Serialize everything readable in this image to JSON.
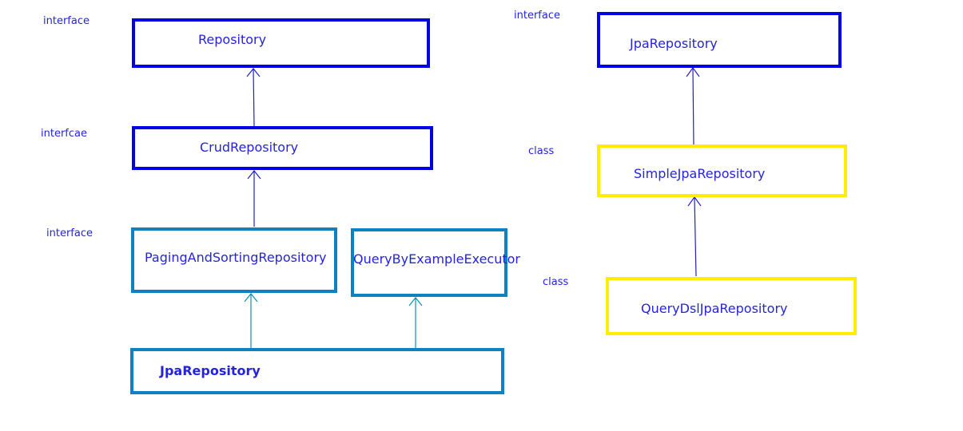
{
  "colors": {
    "interface_border": "#0000e6",
    "sub_interface_border": "#0d82bf",
    "class_border": "#ffee00",
    "text": "#2424e0",
    "arrow_blue": "#2020c8",
    "arrow_teal": "#0d8fb0"
  },
  "left": {
    "stereotypes": {
      "repository": "interface",
      "crud": "interfcae",
      "paging": "interface"
    },
    "nodes": {
      "repository": "Repository",
      "crud": "CrudRepository",
      "paging": "PagingAndSortingRepository",
      "query_by_example": "QueryByExampleExecutor",
      "jpa": "JpaRepository"
    }
  },
  "right": {
    "stereotypes": {
      "jpa": "interface",
      "simple": "class",
      "querydsl": "class"
    },
    "nodes": {
      "jpa": "JpaRepository",
      "simple": "SimpleJpaRepository",
      "querydsl": "QueryDslJpaRepository"
    }
  },
  "relations": [
    {
      "from": "CrudRepository",
      "to": "Repository"
    },
    {
      "from": "PagingAndSortingRepository",
      "to": "CrudRepository"
    },
    {
      "from": "JpaRepository",
      "to": "PagingAndSortingRepository"
    },
    {
      "from": "JpaRepository",
      "to": "QueryByExampleExecutor"
    },
    {
      "from": "SimpleJpaRepository",
      "to": "JpaRepository"
    },
    {
      "from": "QueryDslJpaRepository",
      "to": "SimpleJpaRepository"
    }
  ]
}
